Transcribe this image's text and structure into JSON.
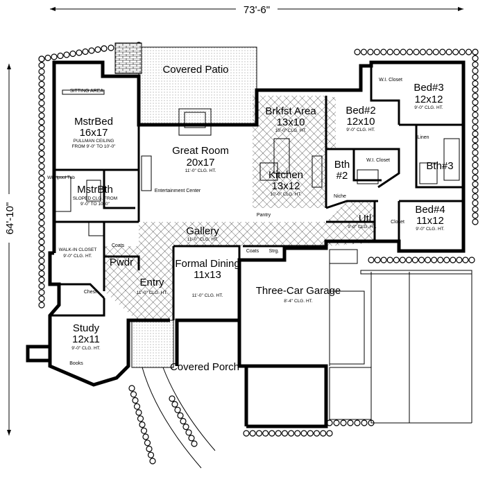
{
  "dimensions": {
    "width": "73'-6\"",
    "depth": "64'-10\""
  },
  "rooms": [
    {
      "key": "patio",
      "name": "Covered Patio"
    },
    {
      "key": "mstrbed",
      "name": "MstrBed",
      "size": "16x17",
      "notes": [
        "PULLMAN CEILING",
        "FROM 9'-0\" TO 10'-0\""
      ],
      "extra": "SITTING AREA"
    },
    {
      "key": "great",
      "name": "Great Room",
      "size": "20x17",
      "height": "11'-0\" CLG. HT.",
      "extra": "Entertainment Center"
    },
    {
      "key": "brkfst",
      "name": "Brkfst Area",
      "size": "13x10",
      "height": "10'-0\" CLG. HT."
    },
    {
      "key": "bed2",
      "name": "Bed#2",
      "size": "12x10",
      "height": "9'-0\" CLG. HT."
    },
    {
      "key": "bed3",
      "name": "Bed#3",
      "size": "12x12",
      "height": "9'-0\" CLG. HT."
    },
    {
      "key": "kitchen",
      "name": "Kitchen",
      "size": "13x12",
      "height": "10'-0\" CLG. HT."
    },
    {
      "key": "bth2",
      "name": "Bth",
      "size": "#2"
    },
    {
      "key": "bth3",
      "name": "Bth#3"
    },
    {
      "key": "mstrbth",
      "name": "MstrBth",
      "notes": [
        "SLOPED CLG. FROM",
        "9'-0\" TO 10'-0\""
      ],
      "extra": "Whirlpool Tub"
    },
    {
      "key": "bed4",
      "name": "Bed#4",
      "size": "11x12",
      "height": "9'-0\" CLG. HT."
    },
    {
      "key": "gallery",
      "name": "Gallery",
      "height": "11'-0\" CLG. HT."
    },
    {
      "key": "util",
      "name": "Utl",
      "height": "9'-0\" CLG. HT."
    },
    {
      "key": "closet",
      "name": "WALK-IN CLOSET",
      "height": "9'-0\" CLG. HT."
    },
    {
      "key": "pwdr",
      "name": "Pwdr"
    },
    {
      "key": "dining",
      "name": "Formal Dining",
      "size": "11x13",
      "height": "11'-0\" CLG. HT."
    },
    {
      "key": "entry",
      "name": "Entry",
      "height": "11'-0\" CLG. HT."
    },
    {
      "key": "garage",
      "name": "Three-Car Garage",
      "height": "8'-4\" CLG. HT."
    },
    {
      "key": "study",
      "name": "Study",
      "size": "12x11",
      "height": "9'-0\" CLG. HT."
    },
    {
      "key": "porch",
      "name": "Covered Porch"
    }
  ],
  "small_labels": [
    "W.I. Closet",
    "W.I. Closet",
    "Linen",
    "Niche",
    "Pantry",
    "Coats",
    "Coats",
    "Strg.",
    "Closet",
    "Chest",
    "Books"
  ]
}
